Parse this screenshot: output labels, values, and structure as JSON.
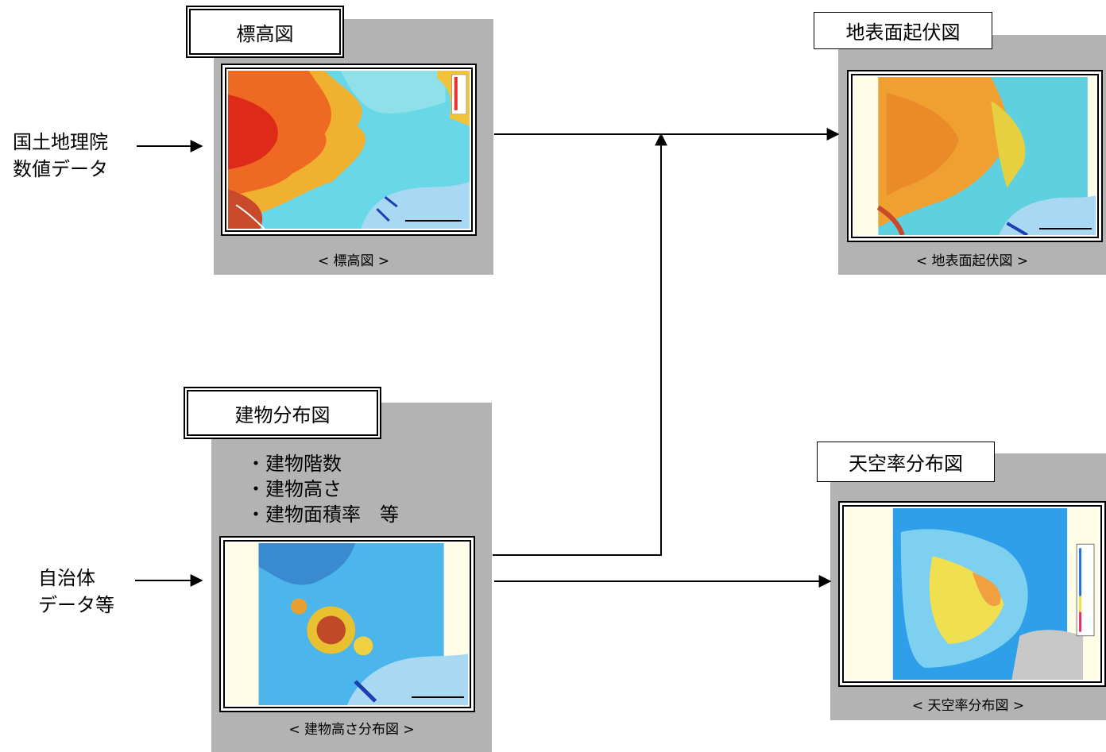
{
  "sources": {
    "gsi": [
      "国土地理院",
      "数値データ"
    ],
    "municipal": [
      "自治体",
      "データ等"
    ]
  },
  "panels": {
    "elevation": {
      "title": "標高図",
      "caption": "< 標高図 >"
    },
    "relief": {
      "title": "地表面起伏図",
      "caption": "< 地表面起伏図 >"
    },
    "building": {
      "title": "建物分布図",
      "caption": "< 建物高さ分布図 >",
      "items": [
        "・建物階数",
        "・建物高さ",
        "・建物面積率　等"
      ]
    },
    "skyview": {
      "title": "天空率分布図",
      "caption": "< 天空率分布図 >"
    }
  },
  "colors": {
    "panel_bg": "#b3b3b3",
    "water": "#a9d8f2",
    "land_low": "#5ed4e6",
    "land_high": "#e8301c",
    "arrow": "#000000"
  }
}
